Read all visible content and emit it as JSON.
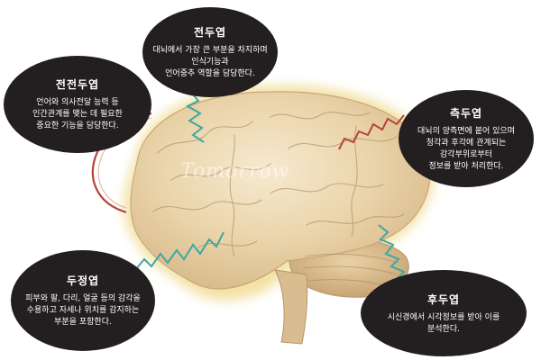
{
  "watermark": "Tomorrow",
  "lobes": {
    "frontal": {
      "title": "전두엽",
      "lines": [
        "대뇌에서 가장 큰 부분을 차지하며",
        "인식기능과",
        "언어중추 역할을 담당한다."
      ]
    },
    "prefrontal": {
      "title": "전전두엽",
      "lines": [
        "언어와 의사전달 능력 등",
        "인간관계를 맺는 데 필요한",
        "중요한 기능을 담당한다."
      ]
    },
    "temporal": {
      "title": "측두엽",
      "lines": [
        "대뇌의 양측면에 붙어 있으며",
        "청각과 후각에 관계되는",
        "감각부위로부터",
        "정보를 받아 처리한다."
      ]
    },
    "parietal": {
      "title": "두정엽",
      "lines": [
        "피부와 팔, 다리, 얼굴 등의 감각을",
        "수용하고 자세나 위치를 감지하는",
        "부분을 포함한다."
      ]
    },
    "occipital": {
      "title": "후두엽",
      "lines": [
        "시신경에서 시각정보를 받아 이를",
        "분석한다."
      ]
    }
  },
  "colors": {
    "bubble": "#231f20",
    "red_connector": "#b5443a",
    "teal_connector": "#3fa7a0",
    "brain_fill": "#e9d6ad",
    "brain_glow": "#f3e2a6"
  }
}
